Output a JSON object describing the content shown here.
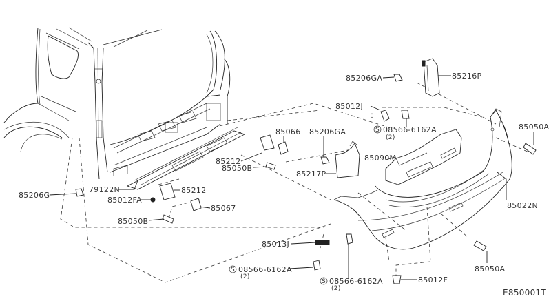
{
  "diagram": {
    "title": "Rear Bumper Exploded Parts Diagram",
    "code": "E850001T",
    "callouts": [
      {
        "id": "85206G",
        "label": "85206G"
      },
      {
        "id": "79122N",
        "label": "79122N"
      },
      {
        "id": "85012FA",
        "label": "85012FA"
      },
      {
        "id": "85212_lower",
        "label": "85212"
      },
      {
        "id": "85067",
        "label": "85067"
      },
      {
        "id": "85050B_lower",
        "label": "85050B"
      },
      {
        "id": "85212_upper",
        "label": "85212"
      },
      {
        "id": "85050B_upper",
        "label": "85050B"
      },
      {
        "id": "85066",
        "label": "85066"
      },
      {
        "id": "85206GA_mid",
        "label": "85206GA"
      },
      {
        "id": "85217P",
        "label": "85217P"
      },
      {
        "id": "85090M",
        "label": "85090M"
      },
      {
        "id": "85206GA_top",
        "label": "85206GA"
      },
      {
        "id": "85216P",
        "label": "85216P"
      },
      {
        "id": "85012J",
        "label": "85012J"
      },
      {
        "id": "screw_top",
        "label": "08566-6162A",
        "qty": "(2)",
        "symbol": "S"
      },
      {
        "id": "85050A_top",
        "label": "85050A"
      },
      {
        "id": "85022N",
        "label": "85022N"
      },
      {
        "id": "85013J",
        "label": "85013J"
      },
      {
        "id": "screw_left",
        "label": "08566-6162A",
        "qty": "(2)",
        "symbol": "S"
      },
      {
        "id": "screw_mid",
        "label": "08566-6162A",
        "qty": "(2)",
        "symbol": "S"
      },
      {
        "id": "85012F",
        "label": "85012F"
      },
      {
        "id": "85050A_bottom",
        "label": "85050A"
      }
    ]
  }
}
